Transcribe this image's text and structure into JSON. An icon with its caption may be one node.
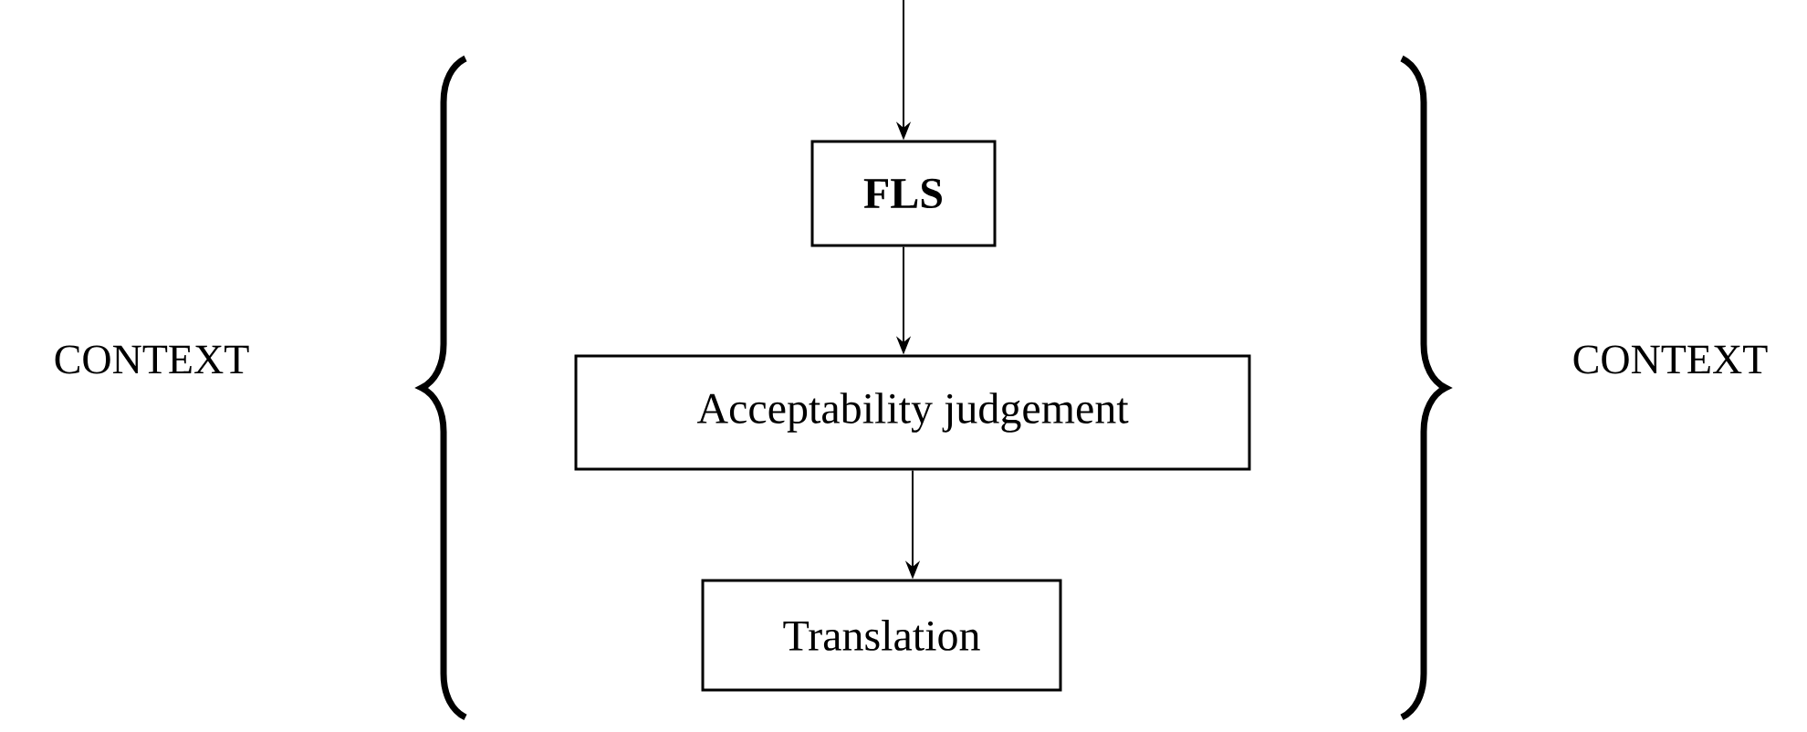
{
  "diagram": {
    "nodes": [
      {
        "text": [
          "FLS"
        ]
      },
      {
        "text": [
          "Acceptability judgement"
        ]
      },
      {
        "text": [
          "Translation"
        ]
      }
    ],
    "edges": [
      {
        "from": null,
        "to": 0,
        "arrow": "to"
      },
      {
        "from": 0,
        "to": 1,
        "arrow": "to"
      },
      {
        "from": 1,
        "to": 2,
        "arrow": "to"
      }
    ],
    "labels": [
      "CONTEXT",
      "CONTEXT"
    ]
  }
}
